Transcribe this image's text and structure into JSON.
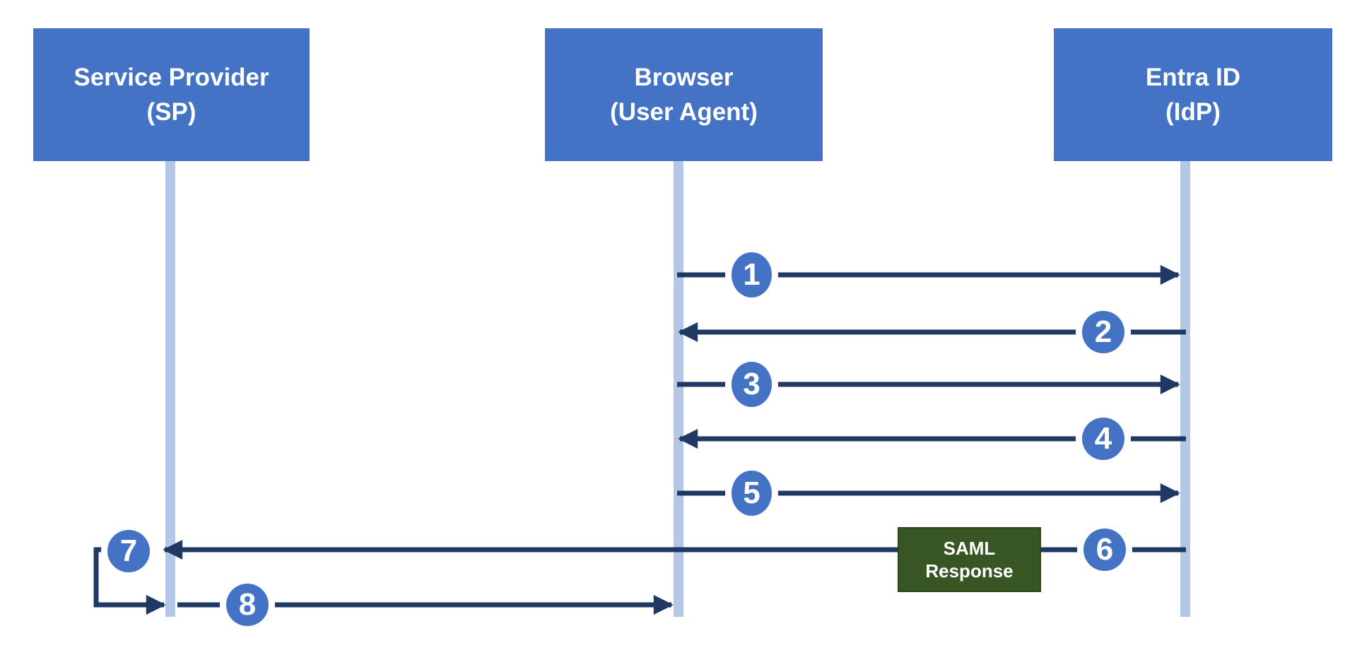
{
  "diagram_type": "saml-sso-sequence-diagram",
  "actors": [
    {
      "id": "sp",
      "line1": "Service Provider",
      "line2": "(SP)"
    },
    {
      "id": "browser",
      "line1": "Browser",
      "line2": "(User Agent)"
    },
    {
      "id": "idp",
      "line1": "Entra ID",
      "line2": "(IdP)"
    }
  ],
  "steps": [
    {
      "number": "1",
      "from": "Browser (User Agent)",
      "to": "Entra ID (IdP)",
      "direction": "right"
    },
    {
      "number": "2",
      "from": "Entra ID (IdP)",
      "to": "Browser (User Agent)",
      "direction": "left"
    },
    {
      "number": "3",
      "from": "Browser (User Agent)",
      "to": "Entra ID (IdP)",
      "direction": "right"
    },
    {
      "number": "4",
      "from": "Entra ID (IdP)",
      "to": "Browser (User Agent)",
      "direction": "left"
    },
    {
      "number": "5",
      "from": "Browser (User Agent)",
      "to": "Entra ID (IdP)",
      "direction": "right"
    },
    {
      "number": "6",
      "from": "Entra ID (IdP)",
      "to": "Service Provider (SP)",
      "direction": "left",
      "label": "SAML Response"
    },
    {
      "number": "7",
      "from": "Service Provider (SP)",
      "to": "Service Provider (SP)",
      "direction": "self"
    },
    {
      "number": "8",
      "from": "Service Provider (SP)",
      "to": "Browser (User Agent)",
      "direction": "right"
    }
  ],
  "labels": {
    "saml_line1": "SAML",
    "saml_line2": "Response"
  },
  "colors": {
    "actor_fill": "#4472C4",
    "lifeline": "#B4C7E7",
    "arrow": "#1F3864",
    "badge_fill": "#4472C4",
    "saml_box_fill": "#375623",
    "saml_box_border": "#2C4519",
    "text": "#FFFFFF",
    "background": "#FFFFFF"
  }
}
